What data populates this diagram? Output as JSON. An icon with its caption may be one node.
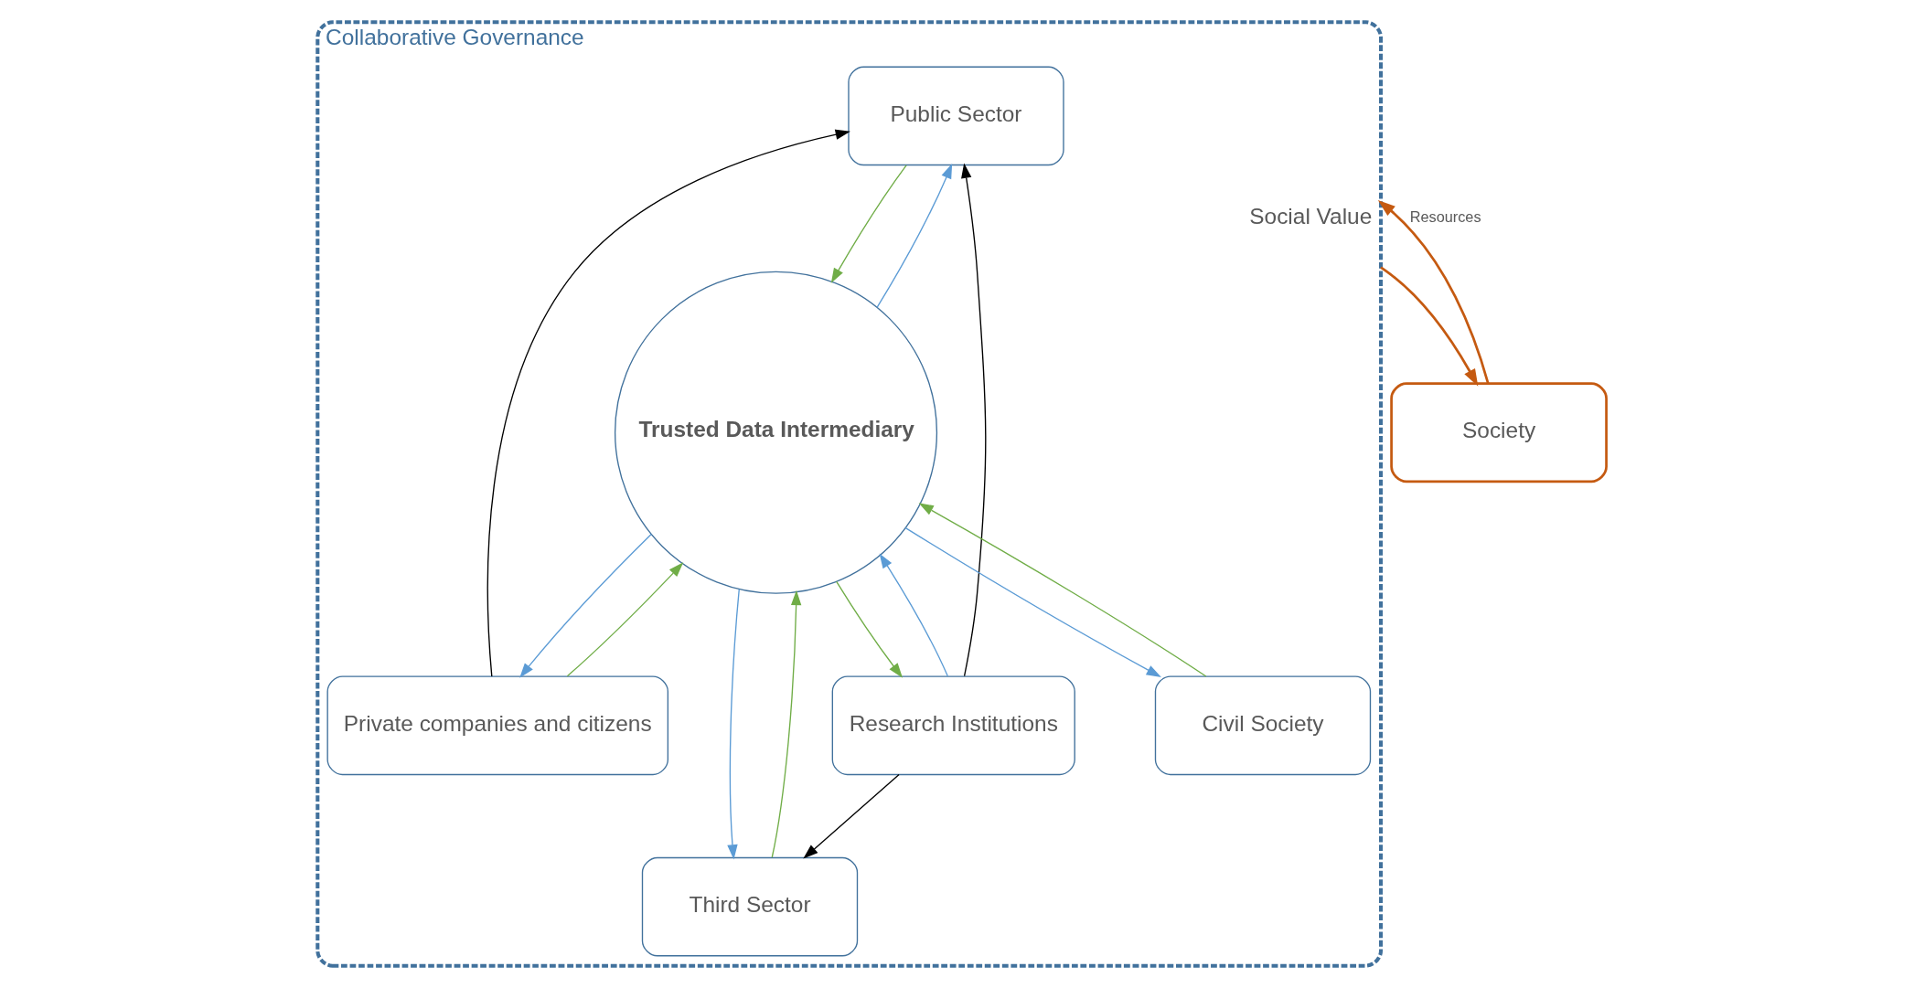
{
  "diagram": {
    "nodes": [
      {
        "text": [
          "Collaborative Governance"
        ]
      },
      {
        "text": [
          "Public Sector"
        ],
        "in": 0
      },
      {
        "text": [
          "Research Institutions"
        ],
        "in": 0
      },
      {
        "text": [
          "Trusted Data Intermediary"
        ],
        "in": 0
      },
      {
        "text": [
          "Private companies and citizens"
        ],
        "in": 0
      },
      {
        "text": [
          "Third Sector"
        ],
        "in": 0
      },
      {
        "text": [
          "Civil Society"
        ],
        "in": 0
      },
      {
        "text": [
          "Society"
        ]
      }
    ],
    "edges": [
      {
        "from": 2,
        "to": 1,
        "arrow": "to",
        "color": "#000000"
      },
      {
        "from": 1,
        "to": 3,
        "arrow": "to",
        "color": "#70ad47"
      },
      {
        "from": 3,
        "to": 1,
        "arrow": "to",
        "color": "#5b9bd5"
      },
      {
        "from": 3,
        "to": 2,
        "arrow": "to",
        "color": "#70ad47"
      },
      {
        "from": 2,
        "to": 3,
        "arrow": "to",
        "color": "#5b9bd5"
      },
      {
        "from": 4,
        "to": 1,
        "arrow": "to",
        "color": "#000000"
      },
      {
        "from": 4,
        "to": 3,
        "arrow": "to",
        "color": "#70ad47"
      },
      {
        "from": 3,
        "to": 4,
        "arrow": "to",
        "color": "#5b9bd5"
      },
      {
        "from": 3,
        "to": 6,
        "arrow": "to",
        "color": "#5b9bd5"
      },
      {
        "from": 6,
        "to": 3,
        "arrow": "to",
        "color": "#70ad47"
      },
      {
        "from": 5,
        "to": 3,
        "arrow": "to",
        "color": "#70ad47"
      },
      {
        "from": 3,
        "to": 5,
        "arrow": "to",
        "color": "#5b9bd5"
      },
      {
        "from": 2,
        "to": 5,
        "arrow": "to",
        "color": "#000000"
      },
      {
        "from": 0,
        "to": 7,
        "arrow": "to",
        "label": "Social Value",
        "color": "#c55a11"
      },
      {
        "from": 7,
        "to": 0,
        "arrow": "to",
        "label": "Resources",
        "color": "#c55a11"
      }
    ]
  }
}
